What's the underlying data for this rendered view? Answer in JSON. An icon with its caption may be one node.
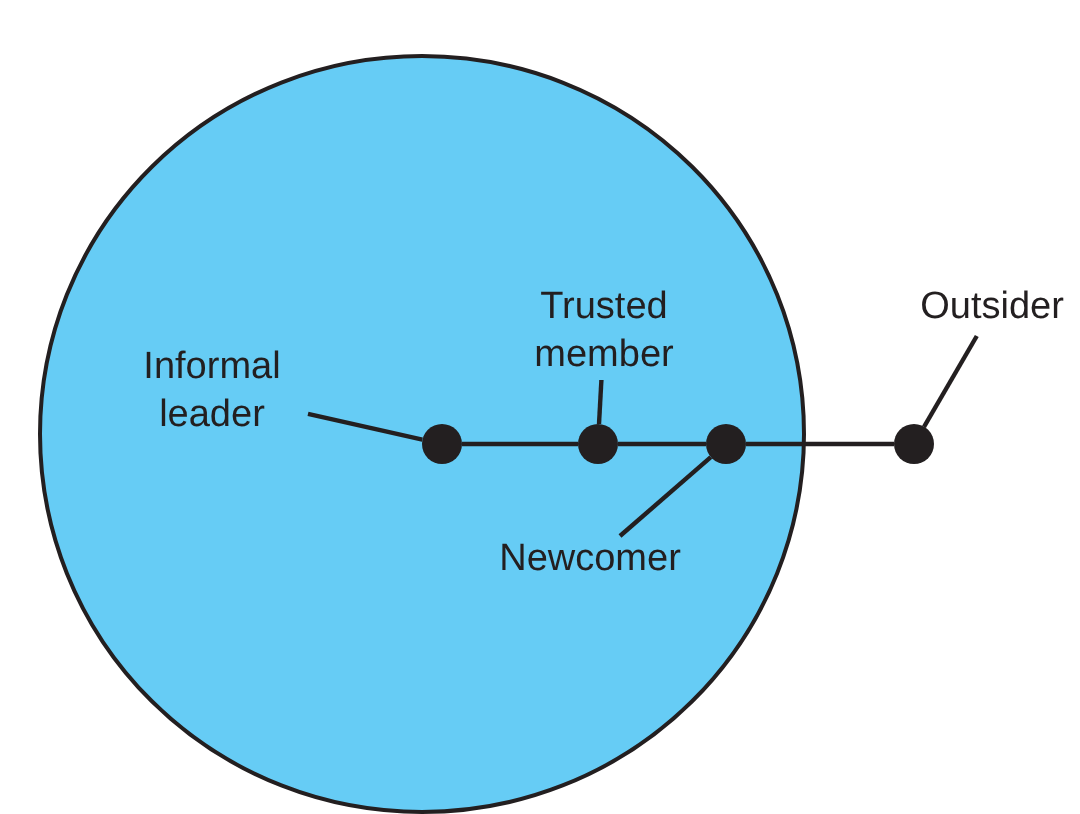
{
  "diagram": {
    "nodes": [
      {
        "text": [],
        "shape": "circle"
      },
      {
        "text": [
          "Trusted member"
        ],
        "in": 0
      },
      {
        "text": [
          "Outsider"
        ]
      },
      {
        "text": [
          "Informal leader"
        ],
        "in": 0
      },
      {
        "text": [],
        "shape": "circle",
        "in": 0
      },
      {
        "text": [],
        "shape": "circle",
        "in": 0
      },
      {
        "text": [],
        "shape": "circle",
        "in": 0
      },
      {
        "text": [],
        "shape": "circle"
      },
      {
        "text": [
          "Newcomer"
        ],
        "in": 0
      }
    ],
    "edges": [
      {
        "from": 4,
        "to": 5,
        "arrow": "none"
      },
      {
        "from": 5,
        "to": 6,
        "arrow": "none"
      },
      {
        "from": 6,
        "to": 7,
        "arrow": "none"
      },
      {
        "from": 3,
        "to": 4,
        "arrow": "none"
      },
      {
        "from": 1,
        "to": 5,
        "arrow": "none"
      },
      {
        "from": 8,
        "to": 6,
        "arrow": "none"
      },
      {
        "from": 2,
        "to": 7,
        "arrow": "none"
      }
    ]
  }
}
